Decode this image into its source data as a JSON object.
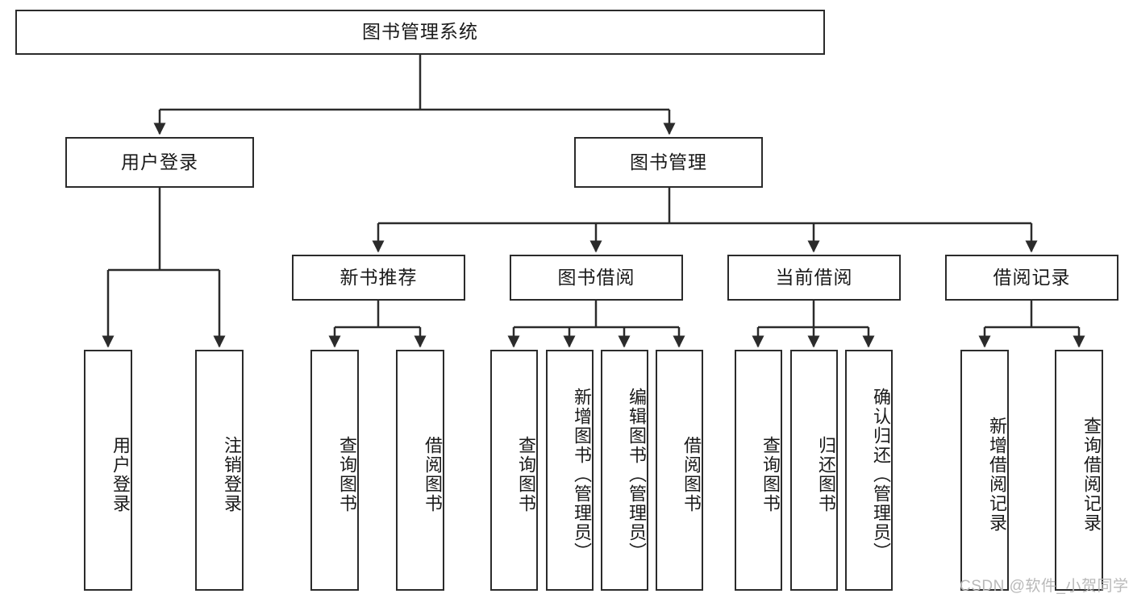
{
  "diagram": {
    "title_node": {
      "label": "图书管理系统"
    },
    "level2": [
      {
        "id": "user-login",
        "label": "用户登录"
      },
      {
        "id": "book-management",
        "label": "图书管理"
      }
    ],
    "level3": [
      {
        "id": "new-book-recommend",
        "label": "新书推荐"
      },
      {
        "id": "book-borrow",
        "label": "图书借阅"
      },
      {
        "id": "current-borrow",
        "label": "当前借阅"
      },
      {
        "id": "borrow-record",
        "label": "借阅记录"
      }
    ],
    "leaves": {
      "user_login": [
        {
          "id": "leaf-user-login",
          "label": "用户登录"
        },
        {
          "id": "leaf-logout-login",
          "label": "注销登录"
        }
      ],
      "new_book_recommend": [
        {
          "id": "leaf-query-book-1",
          "label": "查询图书"
        },
        {
          "id": "leaf-borrow-book-1",
          "label": "借阅图书"
        }
      ],
      "book_borrow": [
        {
          "id": "leaf-query-book-2",
          "label": "查询图书"
        },
        {
          "id": "leaf-add-book-admin",
          "label": "新增图书（管理员）"
        },
        {
          "id": "leaf-edit-book-admin",
          "label": "编辑图书（管理员）"
        },
        {
          "id": "leaf-borrow-book-2",
          "label": "借阅图书"
        }
      ],
      "current_borrow": [
        {
          "id": "leaf-query-book-3",
          "label": "查询图书"
        },
        {
          "id": "leaf-return-book",
          "label": "归还图书"
        },
        {
          "id": "leaf-confirm-return-admin",
          "label": "确认归还（管理员）"
        }
      ],
      "borrow_record": [
        {
          "id": "leaf-add-borrow-record",
          "label": "新增借阅记录"
        },
        {
          "id": "leaf-query-borrow-record",
          "label": "查询借阅记录"
        }
      ]
    },
    "watermark": {
      "text": "CSDN @软件_小贺同学"
    },
    "colors": {
      "stroke": "#2b2b2b",
      "fill": "#ffffff",
      "text": "#1a1a1a",
      "watermark": "#b9b9b9"
    }
  }
}
